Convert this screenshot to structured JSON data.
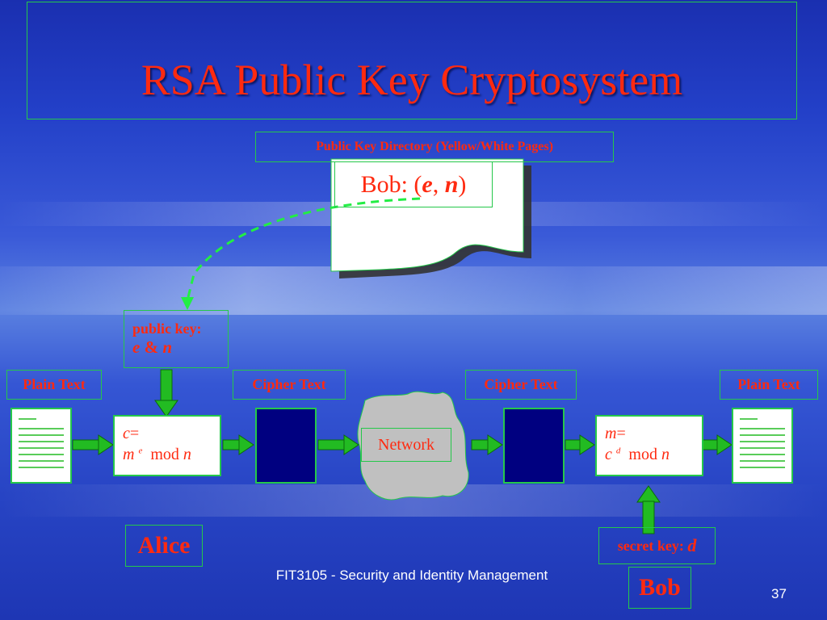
{
  "slide": {
    "title": "RSA Public Key Cryptosystem",
    "footer": "FIT3105 - Security and Identity Management",
    "page_number": "37"
  },
  "directory": {
    "label": "Public Key Directory (Yellow/White Pages)",
    "bob_entry_prefix": "Bob: (",
    "e": "e",
    "sep": ", ",
    "n": "n",
    "suffix": ")"
  },
  "public_key": {
    "label": "public key:",
    "e": "e",
    "amp": " & ",
    "n": "n"
  },
  "secret_key": {
    "label": "secret key: ",
    "d": "d"
  },
  "labels": {
    "plain_text_left": "Plain Text",
    "cipher_text_left": "Cipher Text",
    "cipher_text_right": "Cipher Text",
    "plain_text_right": "Plain Text",
    "network": "Network"
  },
  "encrypt": {
    "c": "c",
    "eq": "=",
    "m": "m",
    "exp": "e",
    "mod": "mod",
    "n": "n"
  },
  "decrypt": {
    "m": "m",
    "eq": "=",
    "c": "c",
    "exp": "d",
    "mod": "mod",
    "n": "n"
  },
  "people": {
    "alice": "Alice",
    "bob": "Bob"
  },
  "colors": {
    "accent_red": "#ff2a10",
    "frame_green": "#25c84a",
    "arrow_green": "#22bb22",
    "cipher_navy": "#000080"
  }
}
